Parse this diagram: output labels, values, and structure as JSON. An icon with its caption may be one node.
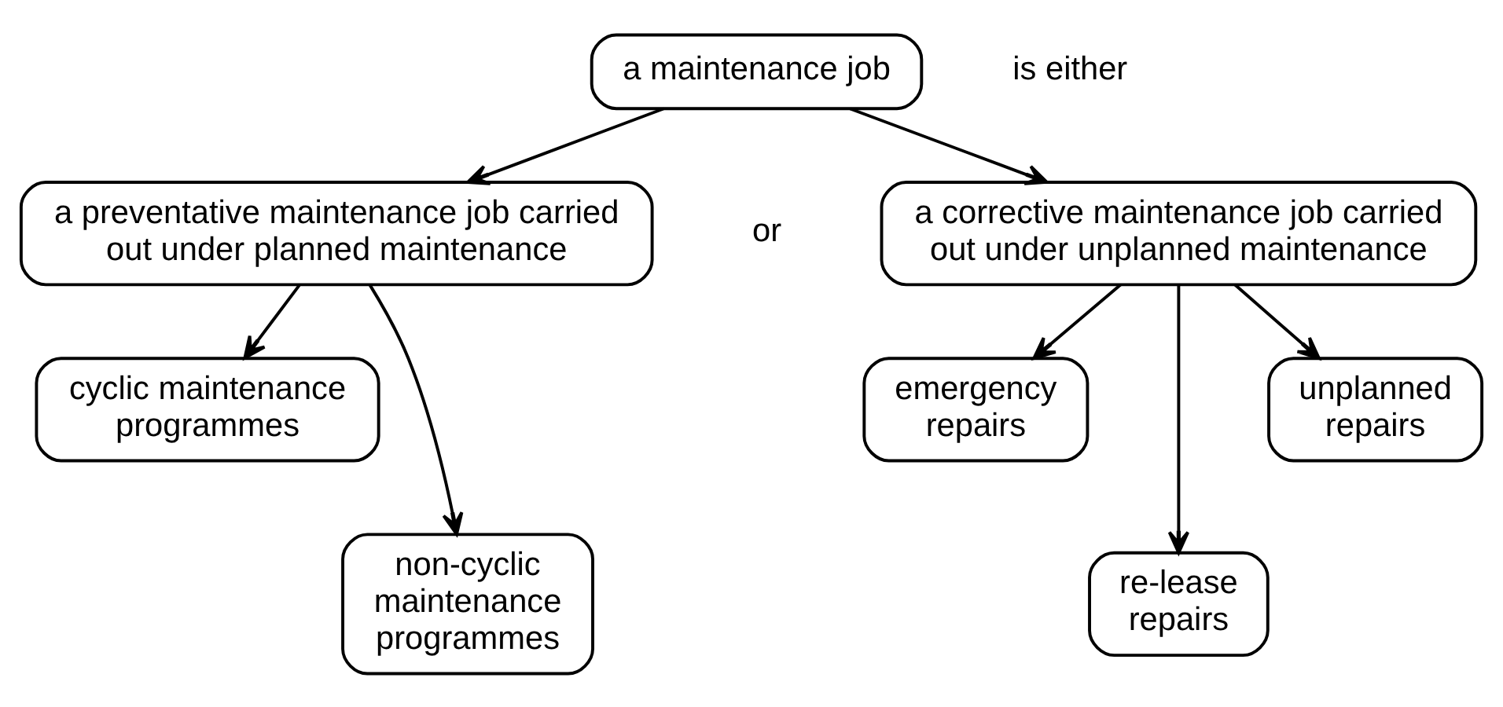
{
  "diagram": {
    "nodes": [
      {
        "text": [
          "a maintenance job"
        ]
      },
      {
        "text": [
          "a preventative maintenance job carried out under planned maintenance"
        ]
      },
      {
        "text": [
          "a corrective maintenance job carried out under unplanned maintenance"
        ]
      },
      {
        "text": [
          "cyclic maintenance programmes"
        ]
      },
      {
        "text": [
          "non-cyclic maintenance programmes"
        ]
      },
      {
        "text": [
          "emergency repairs"
        ]
      },
      {
        "text": [
          "re-lease repairs"
        ]
      },
      {
        "text": [
          "unplanned repairs"
        ]
      }
    ],
    "edges": [
      {
        "from": 0,
        "to": 1,
        "arrow": "to"
      },
      {
        "from": 0,
        "to": 2,
        "arrow": "to"
      },
      {
        "from": 1,
        "to": 3,
        "arrow": "to"
      },
      {
        "from": 1,
        "to": 4,
        "arrow": "to"
      },
      {
        "from": 2,
        "to": 5,
        "arrow": "to"
      },
      {
        "from": 2,
        "to": 6,
        "arrow": "to"
      },
      {
        "from": 2,
        "to": 7,
        "arrow": "to"
      }
    ],
    "labels": [
      "is either",
      "or"
    ]
  }
}
